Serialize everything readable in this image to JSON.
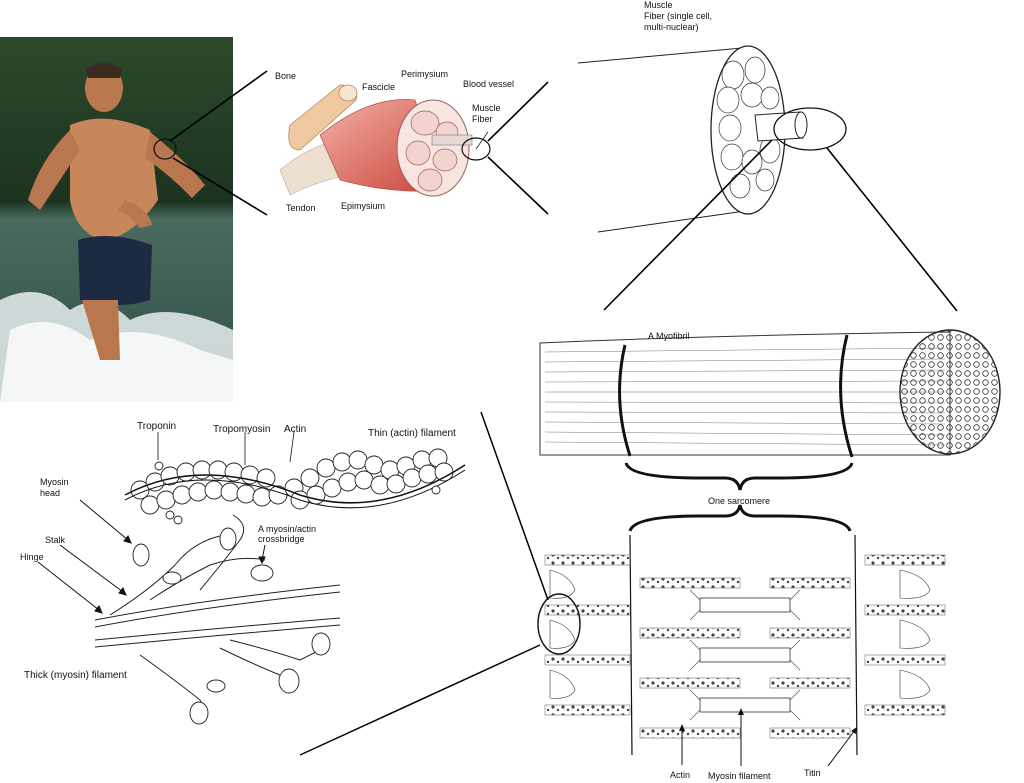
{
  "colors": {
    "muscle_red": "#d9534f",
    "tendon": "#e8d7c7",
    "bone": "#f0c9a0",
    "skin": "#c8875a",
    "water": "#3c5a52",
    "forest": "#1f3a22"
  },
  "labels": {
    "muscle_fiber_top": "Muscle",
    "muscle_fiber_sub1": "Fiber (single cell,",
    "muscle_fiber_sub2": "multi-nuclear)",
    "bone": "Bone",
    "fascicle": "Fascicle",
    "perimysium": "Perimysium",
    "blood_vessel": "Blood vessel",
    "muscle_fiber_a": "Muscle",
    "muscle_fiber_b": "Fiber",
    "tendon": "Tendon",
    "epimysium": "Epimysium",
    "myofibril": "A Myofibril",
    "one_sarcomere": "One sarcomere",
    "troponin": "Troponin",
    "tropomyosin": "Tropomyosin",
    "actin_top": "Actin",
    "thin_filament": "Thin (actin) filament",
    "myosin_head_a": "Myosin",
    "myosin_head_b": "head",
    "stalk": "Stalk",
    "hinge": "Hinge",
    "crossbridge_a": "A myosin/actin",
    "crossbridge_b": "crossbridge",
    "thick_filament": "Thick (myosin) filament",
    "actin_bottom": "Actin",
    "myosin_filament": "Myosin filament",
    "titin": "Titin"
  }
}
